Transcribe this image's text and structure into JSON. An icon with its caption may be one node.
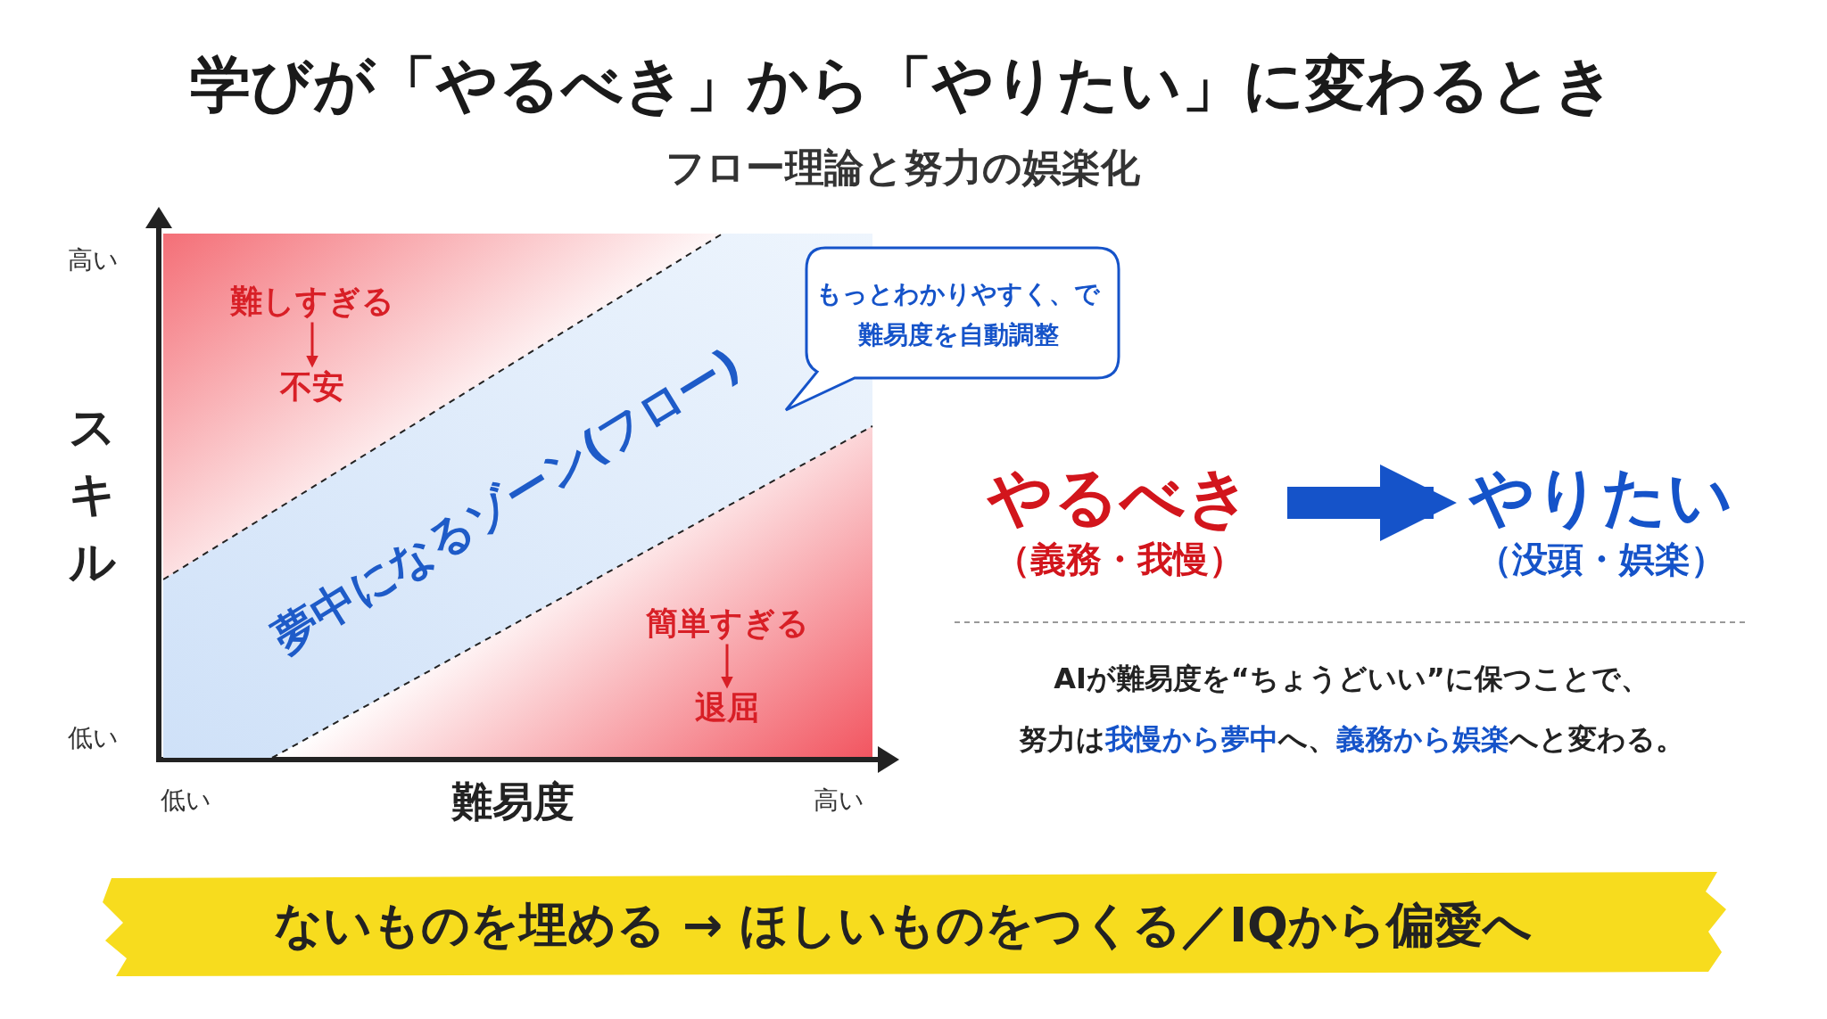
{
  "diagram": {
    "title": "学びが「やるべき」から「やりたい」に変わるとき",
    "nodes": [
      {
        "text": [
          "難しすぎる"
        ]
      },
      {
        "text": [
          "不安"
        ]
      },
      {
        "text": [
          "簡単すぎる"
        ]
      },
      {
        "text": [
          "退屈"
        ]
      },
      {
        "text": [
          "夢中になるゾーン(フロー)"
        ]
      },
      {
        "text": [
          "もっとわかりやすく、で難易度を自動調整"
        ]
      },
      {
        "text": [
          "やるべき",
          "（義務・我慢）"
        ]
      },
      {
        "text": [
          "やりたい",
          "（没頭・娯楽）"
        ]
      }
    ],
    "edges": [
      {
        "from": 0,
        "to": 1,
        "arrow": "to"
      },
      {
        "from": 2,
        "to": 3,
        "arrow": "to"
      },
      {
        "from": 6,
        "to": 7,
        "arrow": "to",
        "style": "thick",
        "color": "#1553c9"
      }
    ],
    "labels": [
      "フロー理論と努力の娯楽化",
      "高い",
      "スキル",
      "低い",
      "低い",
      "難易度",
      "高い",
      "AIが難易度を“ちょうどいい”に保つことで、",
      "努力は**我慢から夢中**へ、**義務から娯楽**へと変わる。",
      "ないものを埋める → ほしいものをつくる／IQから偏愛へ"
    ]
  }
}
